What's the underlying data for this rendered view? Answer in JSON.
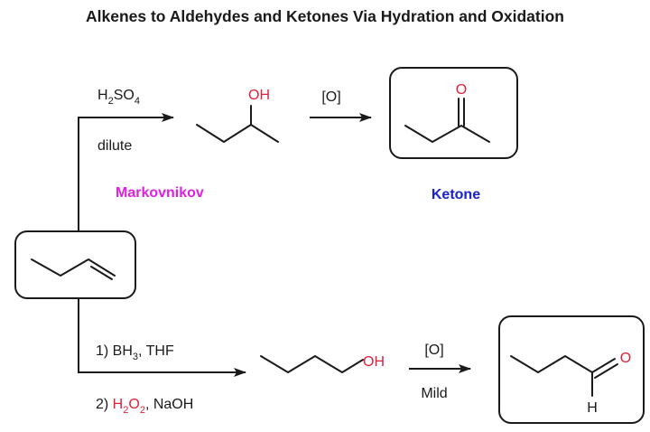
{
  "title": "Alkenes to Aldehydes and Ketones Via Hydration and Oxidation",
  "colors": {
    "ink": "#1a1a1a",
    "heteroatom": "#e0213a",
    "markovnikov": "#e020e0",
    "ketone_label": "#1a22c8"
  },
  "start": {
    "molecule": "1-butene"
  },
  "top_route": {
    "step1": {
      "reagent_main": "H",
      "reagent_sub1": "2",
      "reagent_mid": "SO",
      "reagent_sub2": "4",
      "condition": "dilute"
    },
    "intermediate": {
      "molecule": "2-butanol",
      "oh_label": "OH"
    },
    "step2": {
      "reagent": "[O]"
    },
    "product": {
      "molecule": "2-butanone",
      "o_label": "O",
      "caption": "Ketone"
    },
    "regiochem_label": "Markovnikov"
  },
  "bottom_route": {
    "step1": {
      "line1_prefix": "1) BH",
      "line1_sub": "3",
      "line1_suffix": ", THF",
      "line2_prefix": "2) ",
      "line2_h": "H",
      "line2_sub1": "2",
      "line2_o": "O",
      "line2_sub2": "2",
      "line2_suffix": ", NaOH"
    },
    "intermediate": {
      "molecule": "1-butanol",
      "oh_label": "OH"
    },
    "step2": {
      "reagent": "[O]",
      "condition": "Mild"
    },
    "product": {
      "molecule": "butanal",
      "o_label": "O",
      "h_label": "H"
    }
  }
}
